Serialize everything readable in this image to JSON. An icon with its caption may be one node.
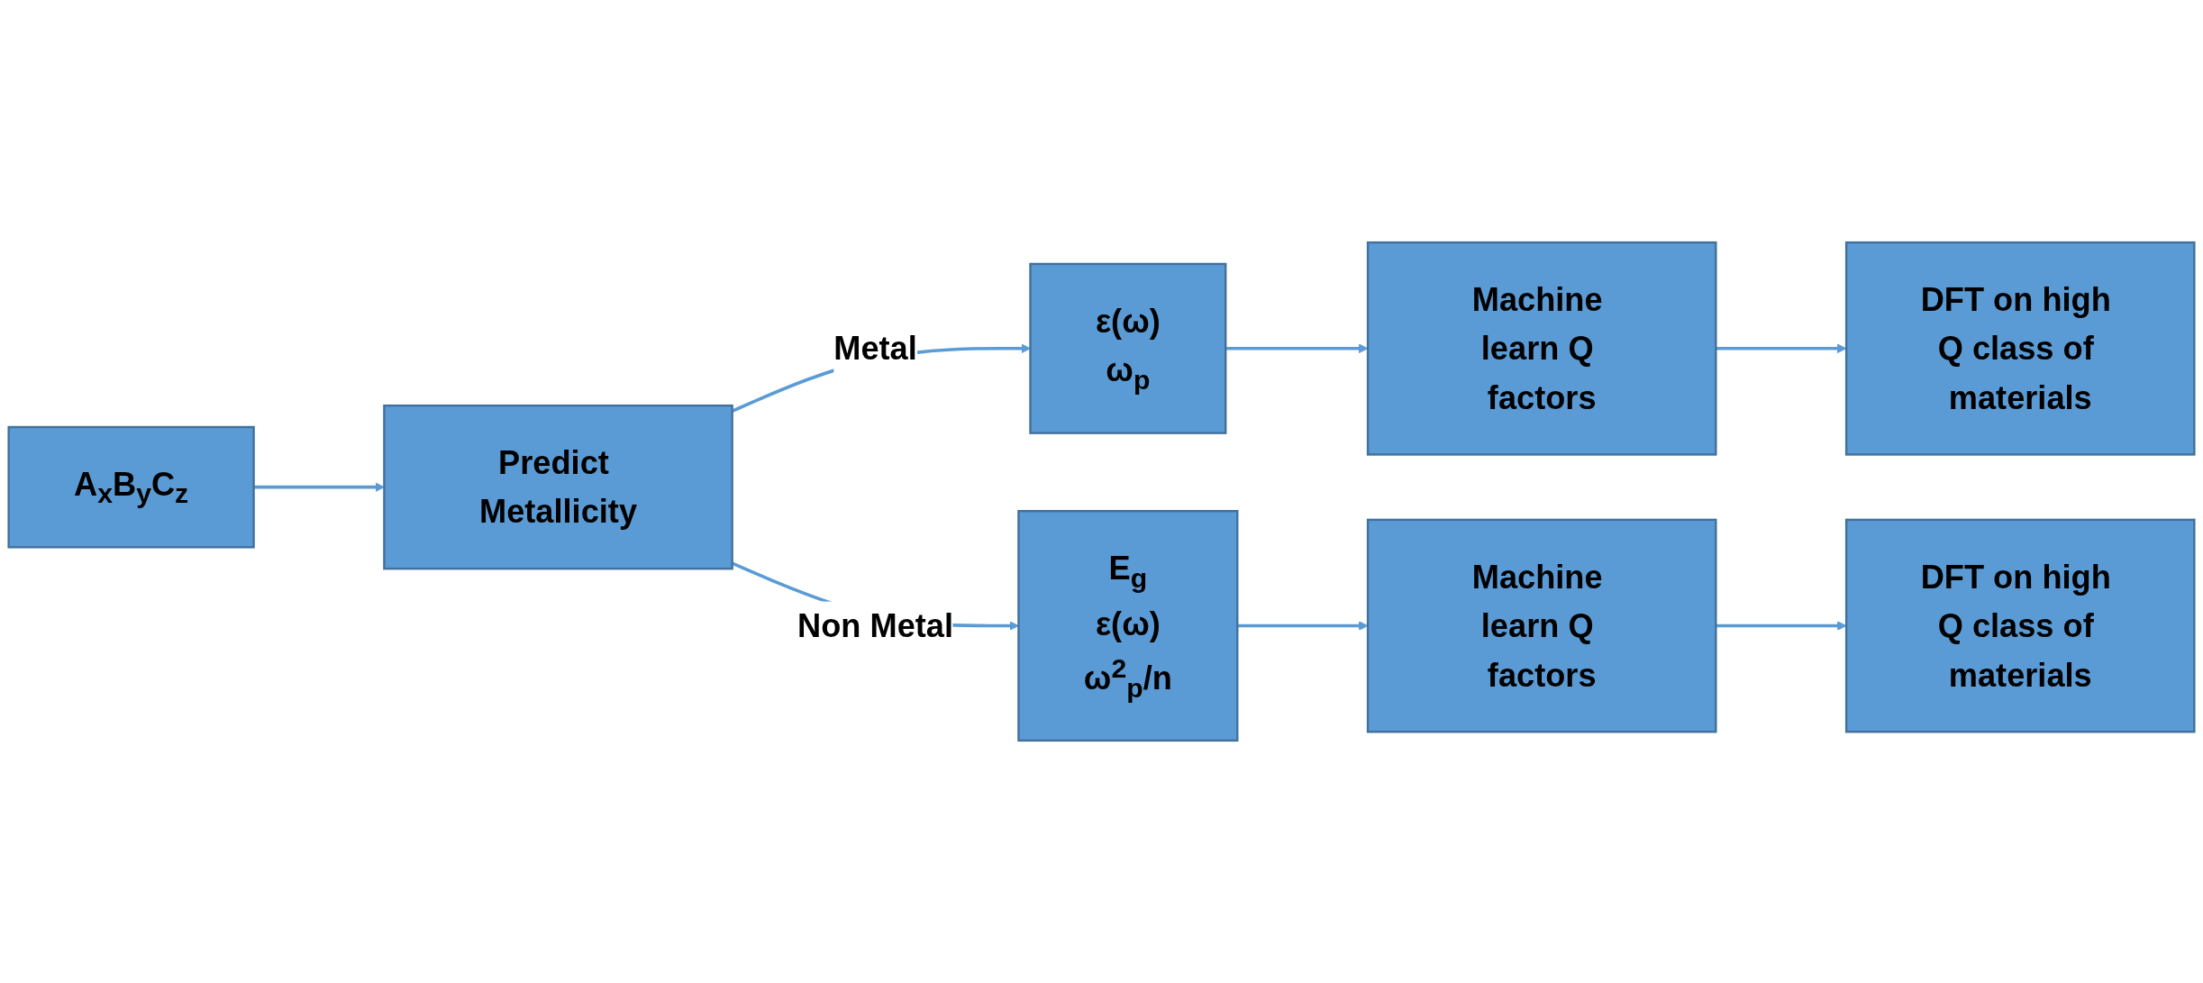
{
  "diagram": {
    "nodes": [
      {
        "text": [
          "A$_{x}$B$_{y}$C$_{z}$"
        ]
      },
      {
        "text": [
          "Predict Metallicity"
        ]
      },
      {
        "text": [
          "ε(ω)",
          "ω$_{p}$"
        ]
      },
      {
        "text": [
          "Machine learn Q factors"
        ]
      },
      {
        "text": [
          "DFT on high Q class of materials"
        ]
      },
      {
        "text": [
          "E$_{g}$",
          "ε(ω)",
          "ω$^{2}$$_{p}$/n"
        ]
      },
      {
        "text": [
          "Machine learn Q factors"
        ]
      },
      {
        "text": [
          "DFT on high Q class of materials"
        ]
      }
    ],
    "edges": [
      {
        "from": 0,
        "to": 1,
        "arrow": "to"
      },
      {
        "from": 1,
        "to": 2,
        "arrow": "to",
        "label": "Metal"
      },
      {
        "from": 1,
        "to": 5,
        "arrow": "to",
        "label": "Non Metal"
      },
      {
        "from": 2,
        "to": 3,
        "arrow": "to"
      },
      {
        "from": 3,
        "to": 4,
        "arrow": "to"
      },
      {
        "from": 5,
        "to": 6,
        "arrow": "to"
      },
      {
        "from": 6,
        "to": 7,
        "arrow": "to"
      }
    ]
  }
}
